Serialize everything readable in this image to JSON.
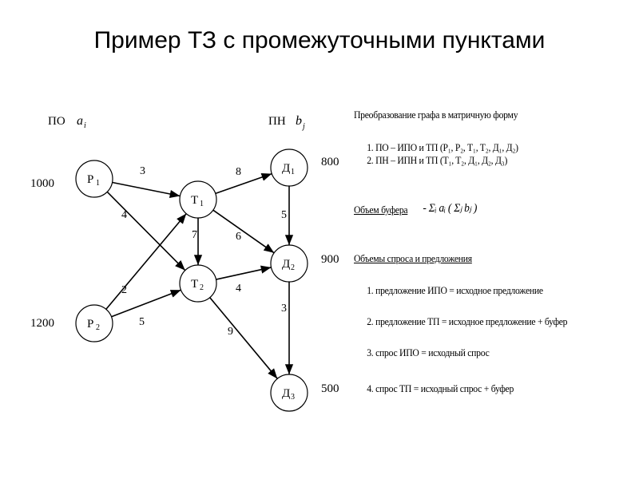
{
  "title": "Пример ТЗ с промежуточными пунктами",
  "diagram": {
    "supply_header": "ПО",
    "supply_symbol": "a",
    "supply_sub": "i",
    "demand_header": "ПН",
    "demand_symbol": "b",
    "demand_sub": "j",
    "nodes": [
      {
        "id": "P1",
        "base": "P",
        "sub": "1"
      },
      {
        "id": "P2",
        "base": "P",
        "sub": "2"
      },
      {
        "id": "T1",
        "base": "T",
        "sub": "1"
      },
      {
        "id": "T2",
        "base": "T",
        "sub": "2"
      },
      {
        "id": "D1",
        "base": "Д",
        "sub": "1"
      },
      {
        "id": "D2",
        "base": "Д",
        "sub": "2"
      },
      {
        "id": "D3",
        "base": "Д",
        "sub": "3"
      }
    ],
    "quantities": {
      "P1": "1000",
      "P2": "1200",
      "D1": "800",
      "D2": "900",
      "D3": "500"
    },
    "edges": [
      {
        "from": "P1",
        "to": "T1",
        "weight": "3"
      },
      {
        "from": "P1",
        "to": "T2",
        "weight": "4"
      },
      {
        "from": "P2",
        "to": "T1",
        "weight": "2"
      },
      {
        "from": "P2",
        "to": "T2",
        "weight": "5"
      },
      {
        "from": "T1",
        "to": "D1",
        "weight": "8"
      },
      {
        "from": "T1",
        "to": "T2",
        "weight": "7"
      },
      {
        "from": "T1",
        "to": "D2",
        "weight": "6"
      },
      {
        "from": "T2",
        "to": "D2",
        "weight": "4"
      },
      {
        "from": "T2",
        "to": "D3",
        "weight": "9"
      },
      {
        "from": "D1",
        "to": "D2",
        "weight": "5"
      },
      {
        "from": "D2",
        "to": "D3",
        "weight": "3"
      }
    ]
  },
  "notes": {
    "heading1": "Преобразование графа в матричную форму",
    "list1": [
      "1.  ПО – ИПО и ТП (P₁, P₂, T₁, T₂, Д₁, Д₂)",
      "2.  ПН – ИПН и ТП (T₁, T₂, Д₁, Д₂, Д₃)"
    ],
    "buffer_label": "Объем буфера",
    "buffer_formula": "-  Σᵢ aᵢ ( Σⱼ bⱼ )",
    "heading2": "Объемы спроса и предложения",
    "list2": [
      "1.  предложение ИПО = исходное предложение",
      "2.  предложение ТП    = исходное предложение + буфер",
      "3.  спрос ИПО            = исходный спрос",
      "4.  спрос ТП              = исходный спрос + буфер"
    ]
  }
}
